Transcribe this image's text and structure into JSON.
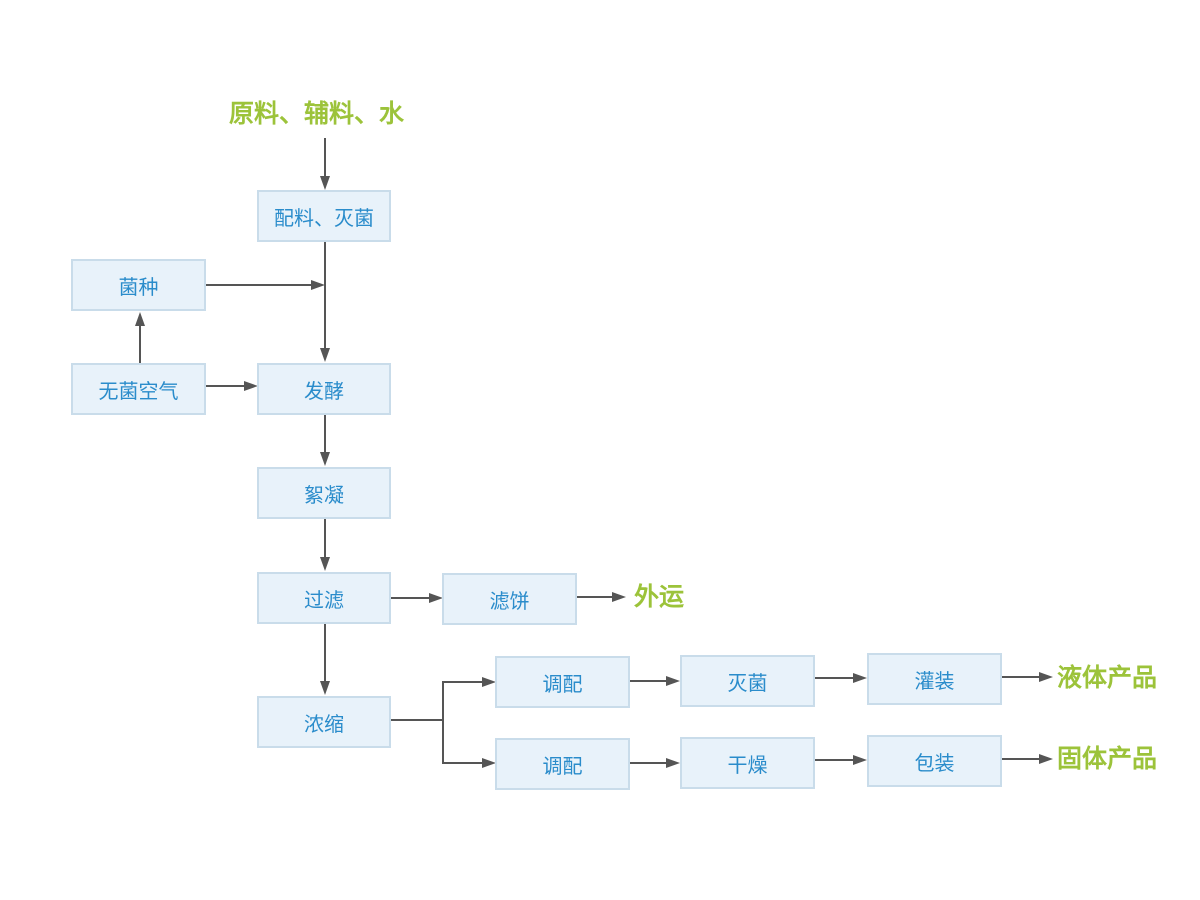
{
  "inputs": {
    "raw_materials": "原料、辅料、水"
  },
  "steps": {
    "batching_sterilization": "配料、灭菌",
    "strain": "菌种",
    "sterile_air": "无菌空气",
    "fermentation": "发酵",
    "flocculation": "絮凝",
    "filtration": "过滤",
    "filter_cake": "滤饼",
    "concentration": "浓缩",
    "adjust_liquid": "调配",
    "adjust_solid": "调配",
    "sterilization": "灭菌",
    "drying": "干燥",
    "filling": "灌装",
    "packaging": "包装"
  },
  "outputs": {
    "transport_out": "外运",
    "liquid_product": "液体产品",
    "solid_product": "固体产品"
  },
  "colors": {
    "box_fill": "#e8f2fa",
    "box_border": "#c9dcea",
    "box_text": "#2a8ccb",
    "output_text": "#9cc33a",
    "arrow": "#555555"
  }
}
